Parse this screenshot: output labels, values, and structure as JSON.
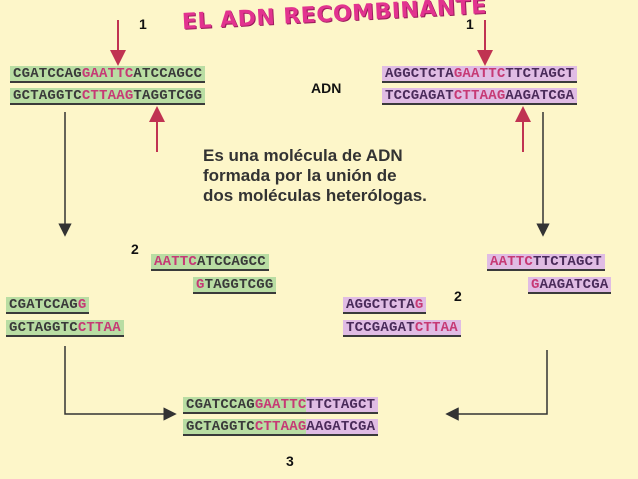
{
  "title": "EL ADN RECOMBINANTE",
  "adn_label": "ADN",
  "step_labels": {
    "s1a": "1",
    "s1b": "1",
    "s2a": "2",
    "s2b": "2",
    "s3": "3"
  },
  "definition": [
    "Es una molécula de ADN",
    "formada por la unión de",
    "dos moléculas heterólogas."
  ],
  "dna_left": {
    "top": {
      "a": "CGATCCAG",
      "b": "GAATTC",
      "c": "ATCCAGCC"
    },
    "bottom": {
      "a": "GCTAGGTC",
      "b": "CTTAAG",
      "c": "TAGGTCGG"
    }
  },
  "dna_right": {
    "top": {
      "a": "AGGCTCTA",
      "b": "GAATTC",
      "c": "TTCTAGCT"
    },
    "bottom": {
      "a": "TCCGAGAT",
      "b": "CTTAAG",
      "c": "AAGATCGA"
    }
  },
  "fragments": {
    "left_right_piece": {
      "top": {
        "hl": "AATTC",
        "rest": "ATCCAGCC"
      },
      "bottom": {
        "hl": "G",
        "rest": "TAGGTCGG"
      }
    },
    "left_left_piece": {
      "top": {
        "rest": "CGATCCAG",
        "hl": "G"
      },
      "bottom": {
        "rest": "GCTAGGTC",
        "hl": "CTTAA"
      }
    },
    "right_right_piece": {
      "top": {
        "hl": "AATTC",
        "rest": "TTCTAGCT"
      },
      "bottom": {
        "hl": "G",
        "rest": "AAGATCGA"
      }
    },
    "right_left_piece": {
      "top": {
        "rest": "AGGCTCTA",
        "hl": "G"
      },
      "bottom": {
        "rest": "TCCGAGAT",
        "hl": "CTTAA"
      }
    }
  },
  "recombinant": {
    "top": {
      "a": "CGATCCAG",
      "b": "GAATTC",
      "c": "TTCTAGCT"
    },
    "bottom": {
      "a": "GCTAGGTC",
      "b": "CTTAAG",
      "c": "AAGATCGA"
    }
  },
  "colors": {
    "green": "#b9dda3",
    "pink": "#e0bce4",
    "highlight": "#c63a75",
    "title": "#e2338f",
    "background": "#fdf6c9"
  }
}
